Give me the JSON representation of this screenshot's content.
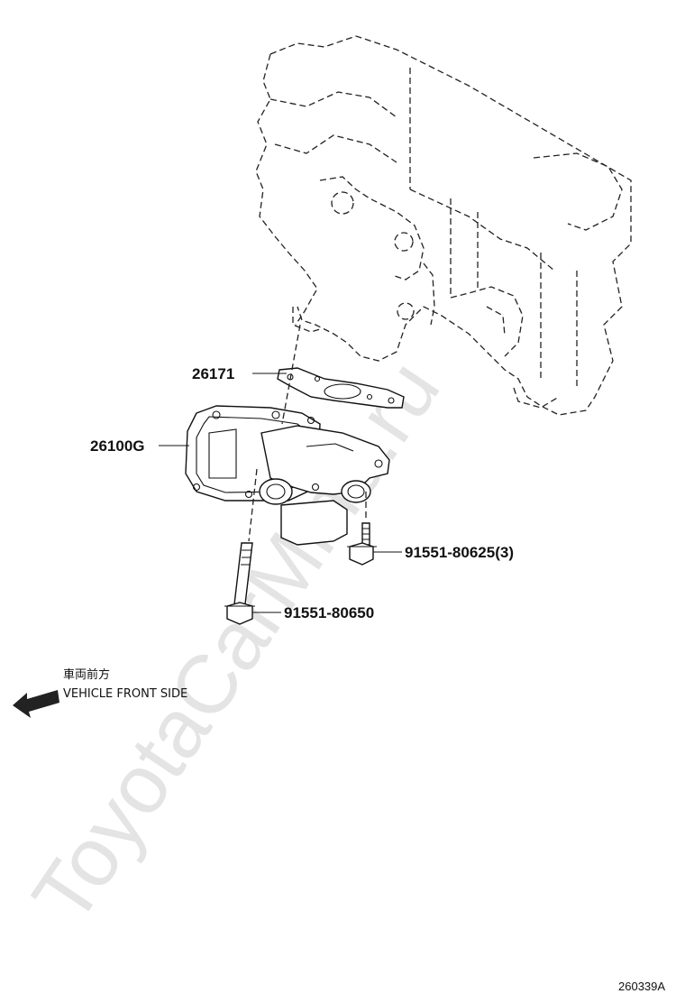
{
  "watermark": "ToyotaCarMine.ru",
  "callouts": {
    "gasket": "26171",
    "throttle_body": "26100G",
    "bolt_short": "91551-80625(3)",
    "bolt_long": "91551-80650"
  },
  "direction": {
    "label_jp": "車両前方",
    "label_en": "VEHICLE FRONT SIDE",
    "icon": "arrow-left-icon"
  },
  "illustration_ref": "260339A"
}
